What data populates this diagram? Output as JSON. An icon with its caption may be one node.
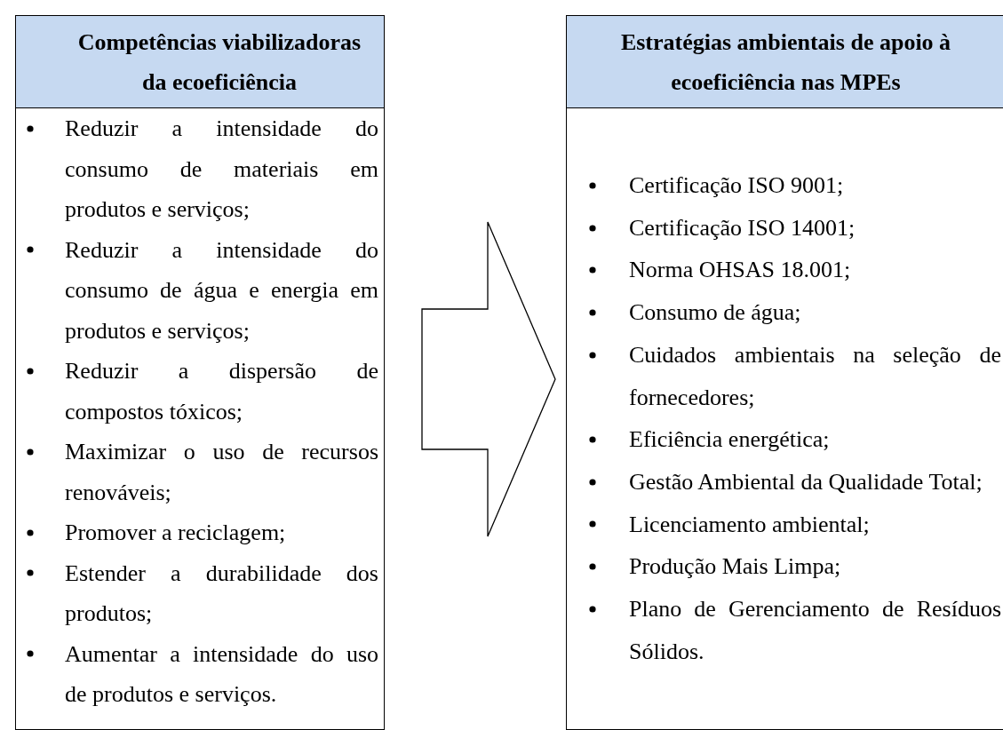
{
  "diagram": {
    "nodes": [
      {
        "text": [
          "Competências viabilizadoras da ecoeficiência",
          "Reduzir a intensidade do consumo de materiais em produtos e serviços;",
          "Reduzir a intensidade do consumo de água e energia em produtos e serviços;",
          "Reduzir a dispersão de compostos tóxicos;",
          "Maximizar o uso de recursos renováveis;",
          "Promover a reciclagem;",
          "Estender a durabilidade dos produtos;",
          "Aumentar a intensidade do uso de produtos e serviços."
        ]
      },
      {
        "text": [
          "Estratégias ambientais de apoio à ecoeficiência nas MPEs",
          "Certificação ISO 9001;",
          "Certificação ISO 14001;",
          "Norma OHSAS 18.001;",
          "Consumo de água;",
          "Cuidados ambientais na seleção de fornecedores;",
          "Eficiência energética;",
          "Gestão Ambiental da Qualidade Total;",
          "Licenciamento ambiental;",
          "Produção Mais Limpa;",
          "Plano de Gerenciamento de Resíduos Sólidos."
        ]
      }
    ],
    "edges": [
      {
        "from": 0,
        "to": 1,
        "arrow": "to"
      }
    ]
  }
}
